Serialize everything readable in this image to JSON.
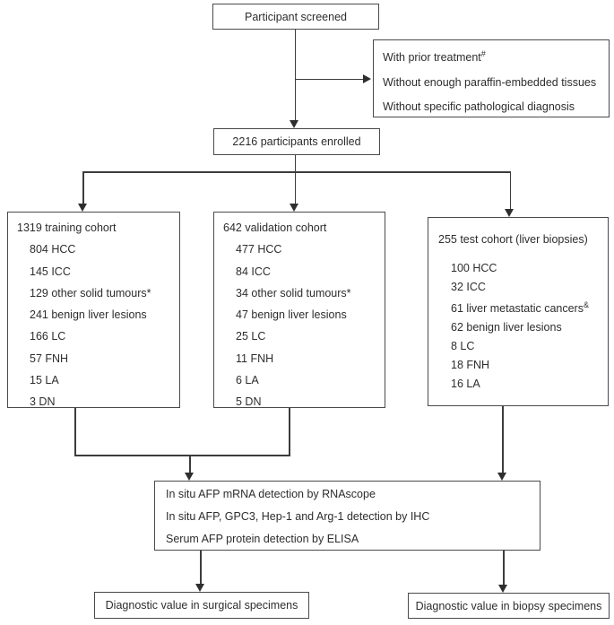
{
  "flow": {
    "screened": "Participant screened",
    "enrolled": "2216 participants enrolled",
    "exclusion": {
      "items": [
        {
          "text": "With prior treatment",
          "sup": "#"
        },
        {
          "text": "Without enough paraffin-embedded tissues",
          "sup": ""
        },
        {
          "text": "Without specific pathological diagnosis",
          "sup": ""
        }
      ]
    },
    "cohorts": [
      {
        "title": "1319 training cohort",
        "items": [
          {
            "text": "804 HCC",
            "sup": ""
          },
          {
            "text": "145 ICC",
            "sup": ""
          },
          {
            "text": "129 other solid tumours*",
            "sup": ""
          },
          {
            "text": "241 benign liver lesions",
            "sup": ""
          },
          {
            "text": "166 LC",
            "sup": ""
          },
          {
            "text": "57 FNH",
            "sup": ""
          },
          {
            "text": "15 LA",
            "sup": ""
          },
          {
            "text": "3 DN",
            "sup": ""
          }
        ]
      },
      {
        "title": "642 validation cohort",
        "items": [
          {
            "text": "477 HCC",
            "sup": ""
          },
          {
            "text": "84 ICC",
            "sup": ""
          },
          {
            "text": "34 other solid tumours*",
            "sup": ""
          },
          {
            "text": "47 benign liver lesions",
            "sup": ""
          },
          {
            "text": "25 LC",
            "sup": ""
          },
          {
            "text": "11 FNH",
            "sup": ""
          },
          {
            "text": "6 LA",
            "sup": ""
          },
          {
            "text": "5 DN",
            "sup": ""
          }
        ]
      },
      {
        "title": "255 test cohort (liver biopsies)",
        "items": [
          {
            "text": "100 HCC",
            "sup": ""
          },
          {
            "text": "32 ICC",
            "sup": ""
          },
          {
            "text": "61 liver metastatic cancers",
            "sup": "&"
          },
          {
            "text": "62 benign liver lesions",
            "sup": ""
          },
          {
            "text": "8 LC",
            "sup": ""
          },
          {
            "text": "18 FNH",
            "sup": ""
          },
          {
            "text": "16 LA",
            "sup": ""
          }
        ]
      }
    ],
    "methods": {
      "items": [
        "In situ AFP mRNA detection by RNAscope",
        "In situ AFP, GPC3, Hep-1 and Arg-1 detection by IHC",
        "Serum AFP protein detection by ELISA"
      ]
    },
    "outcomes": [
      "Diagnostic value in surgical specimens",
      "Diagnostic value in biopsy specimens"
    ],
    "colors": {
      "border": "#4a4a4a",
      "line": "#3c3c3c",
      "text": "#2d2d2d",
      "background": "#ffffff"
    }
  }
}
